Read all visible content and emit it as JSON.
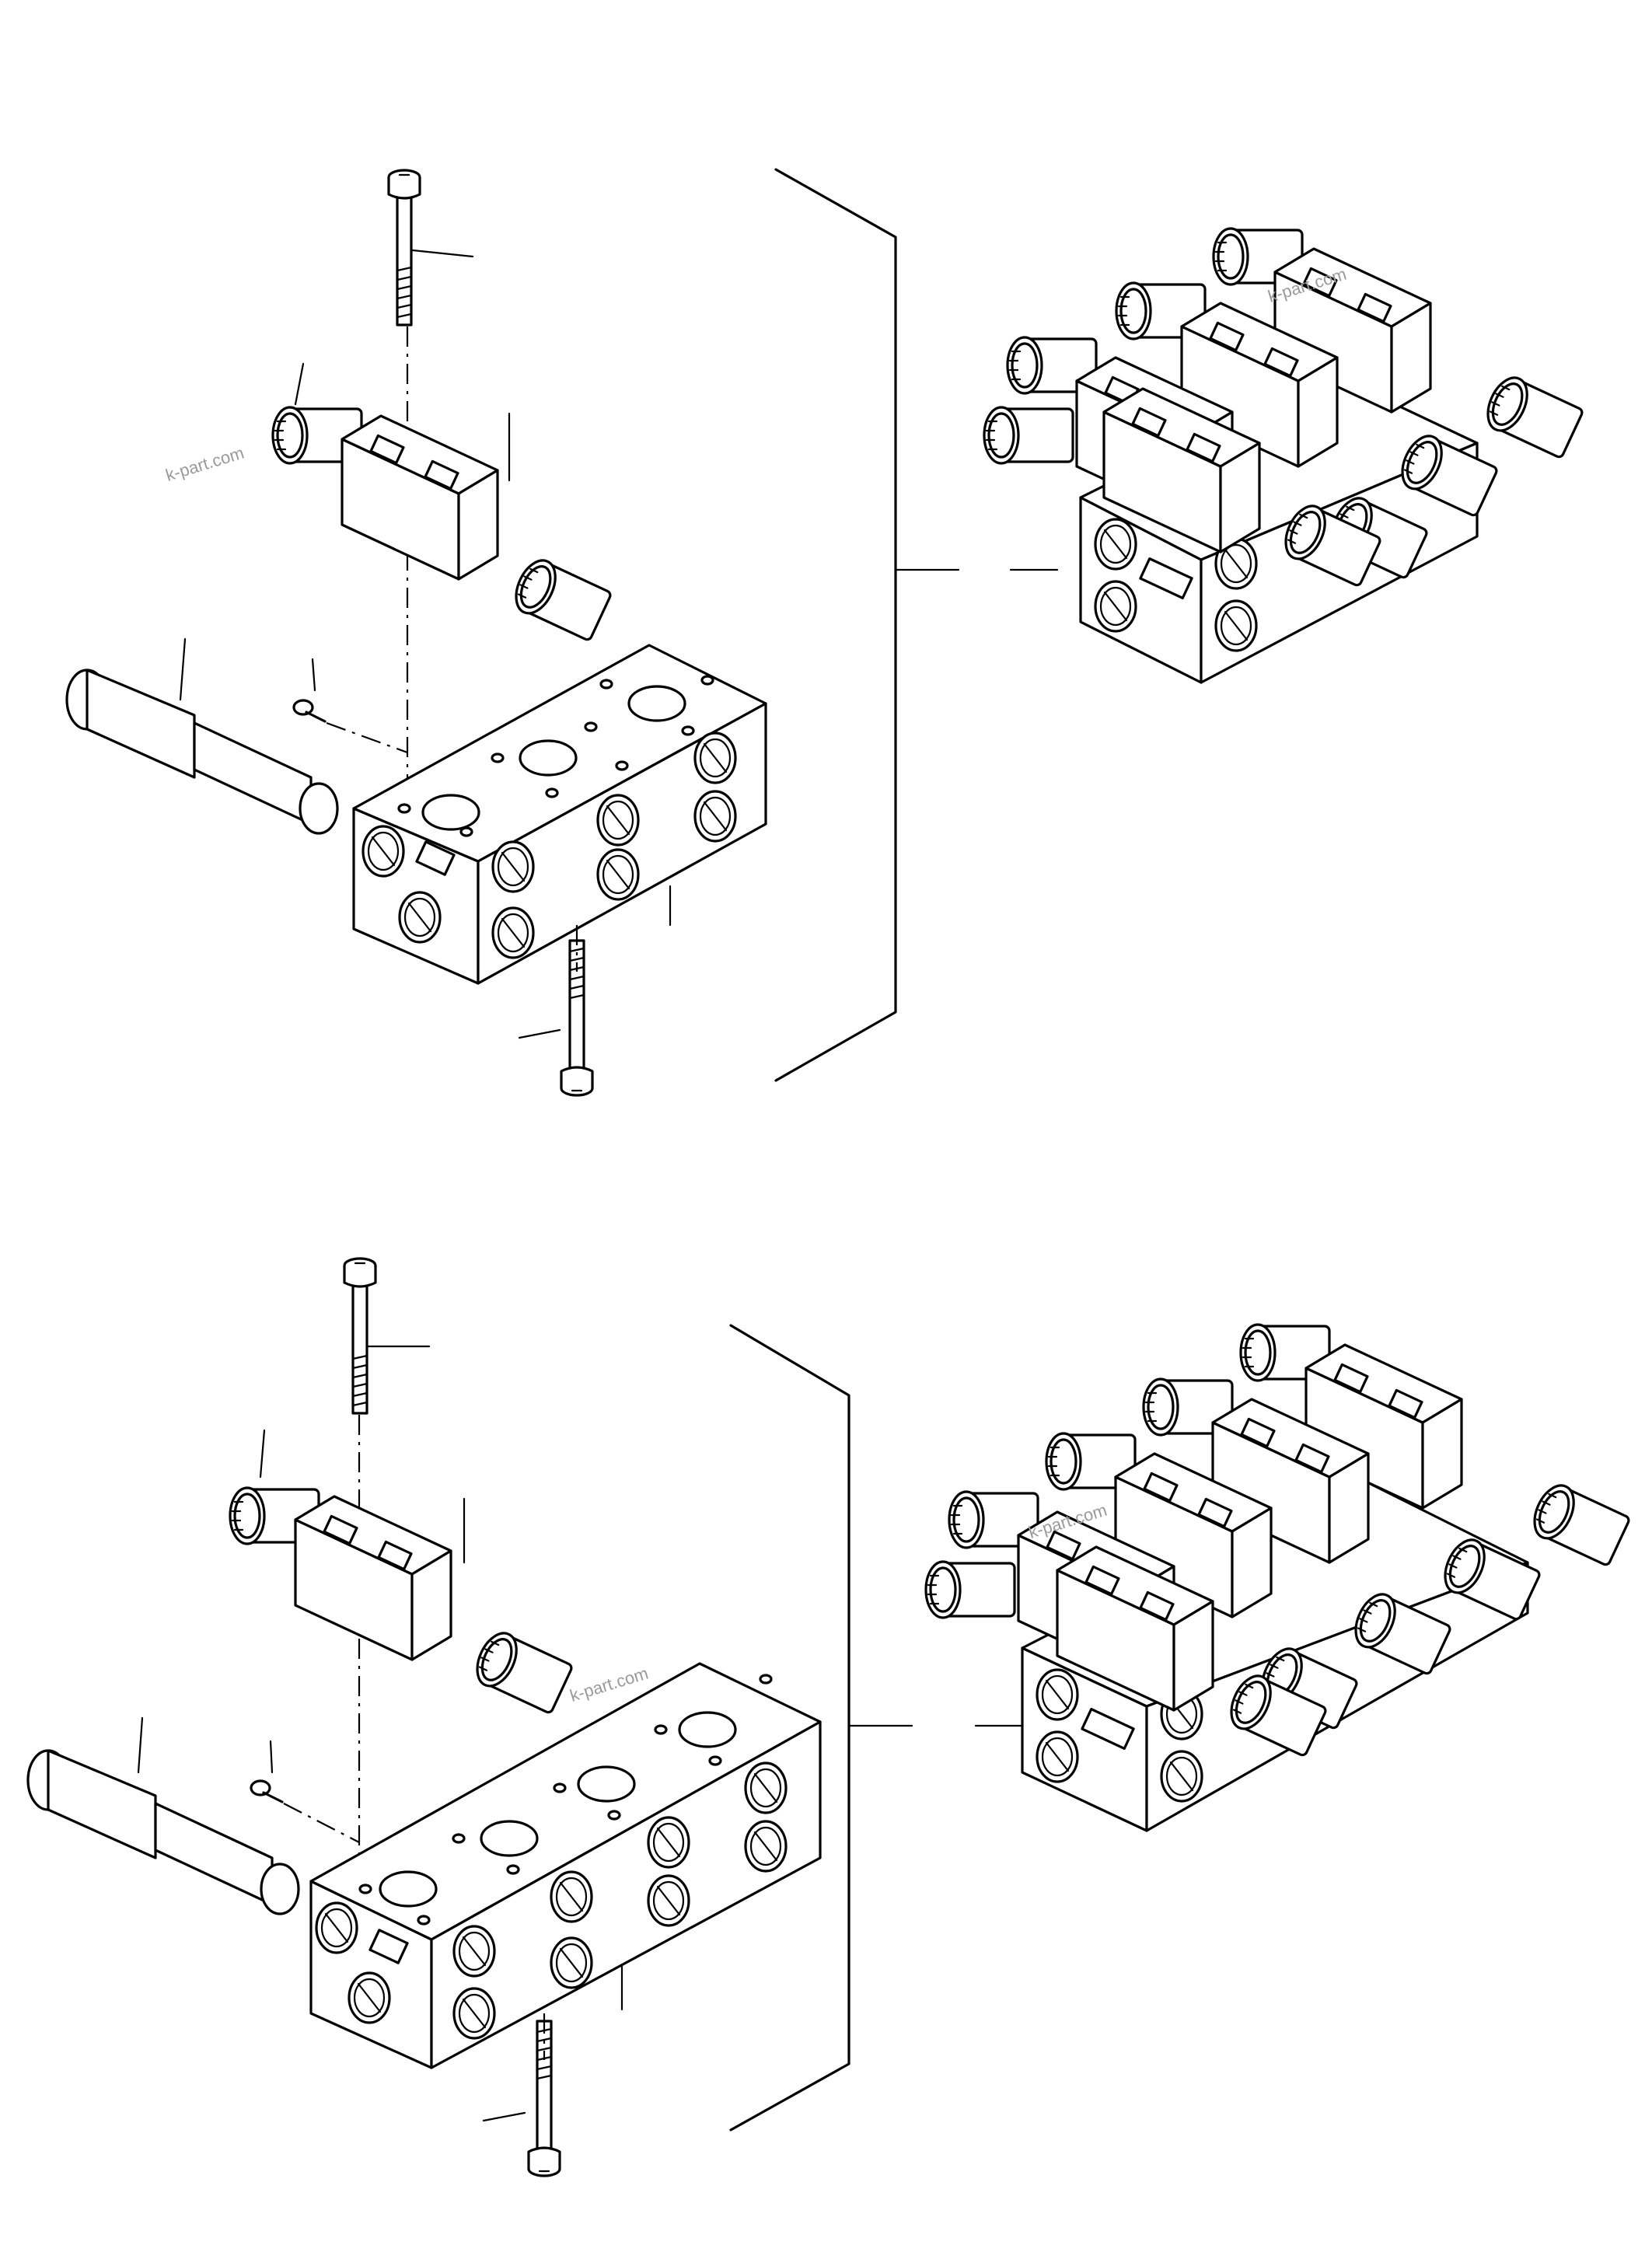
{
  "watermarks": [
    "k-part.com",
    "k-part.com",
    "k-part.com",
    "k-part.com"
  ],
  "views": [
    {
      "name": "top-view",
      "valve_count": 4
    },
    {
      "name": "bottom-view",
      "valve_count": 5
    }
  ]
}
